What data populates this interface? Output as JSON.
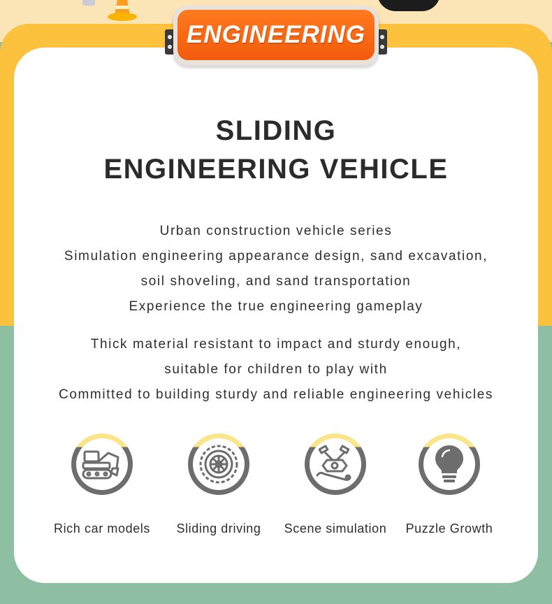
{
  "badge": {
    "label": "ENGINEERING"
  },
  "title": {
    "line1": "SLIDING",
    "line2": "ENGINEERING VEHICLE"
  },
  "description1": [
    "Urban construction vehicle series",
    "Simulation engineering appearance design, sand excavation,",
    "soil shoveling, and sand transportation",
    "Experience the true engineering gameplay"
  ],
  "description2": [
    "Thick material resistant to impact and sturdy enough,",
    "suitable for children to play with",
    "Committed to building sturdy and reliable engineering vehicles"
  ],
  "features": [
    {
      "label": "Rich car models",
      "icon": "excavator-icon"
    },
    {
      "label": "Sliding driving",
      "icon": "tire-icon"
    },
    {
      "label": "Scene simulation",
      "icon": "engine-wrench-icon"
    },
    {
      "label": "Puzzle Growth",
      "icon": "lightbulb-icon"
    }
  ],
  "colors": {
    "yellow": "#fdc23d",
    "green": "#8fbfa3",
    "orange": "#f25a0c",
    "icon_gray": "#6d6d6d",
    "ring_yellow": "#fbe58a"
  }
}
